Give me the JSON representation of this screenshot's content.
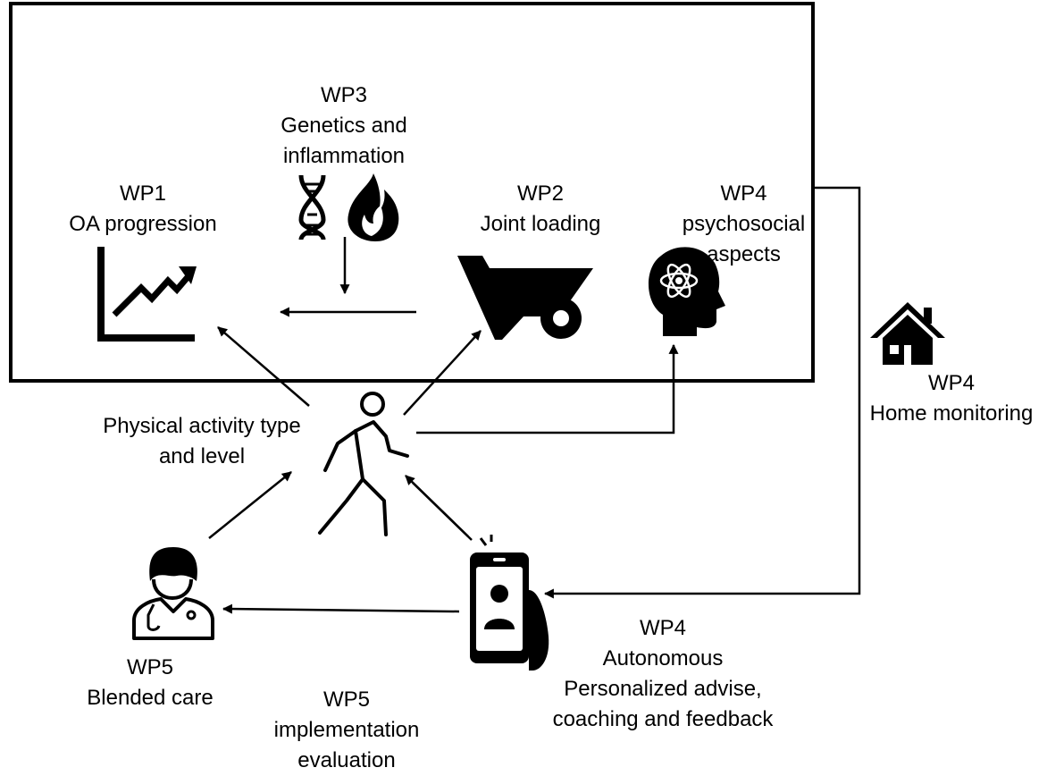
{
  "wp1": {
    "code": "WP1",
    "title": "OA progression",
    "icon": "rising-chart-icon"
  },
  "wp2": {
    "code": "WP2",
    "title": "Joint loading",
    "icon": "wheelbarrow-icon"
  },
  "wp3": {
    "code": "WP3",
    "line1": "Genetics and",
    "line2": "inflammation",
    "icons": [
      "dna-icon",
      "flame-icon"
    ]
  },
  "wp4_psycho": {
    "code": "WP4",
    "line1": "psychosocial",
    "line2": "aspects",
    "icon": "head-atom-icon"
  },
  "wp4_home": {
    "code": "WP4",
    "title": "Home monitoring",
    "icon": "house-icon"
  },
  "activity": {
    "line1": "Physical activity type",
    "line2": "and level",
    "icon": "walking-person-icon"
  },
  "wp4_auto": {
    "code": "WP4",
    "line1": "Autonomous",
    "line2": "Personalized advise,",
    "line3": "coaching and feedback",
    "icon": "smartphone-hand-icon"
  },
  "wp5_care": {
    "code": "WP5",
    "title": "Blended care",
    "icon": "doctor-icon"
  },
  "wp5_impl": {
    "code": "WP5",
    "line1": "implementation",
    "line2": "evaluation"
  }
}
